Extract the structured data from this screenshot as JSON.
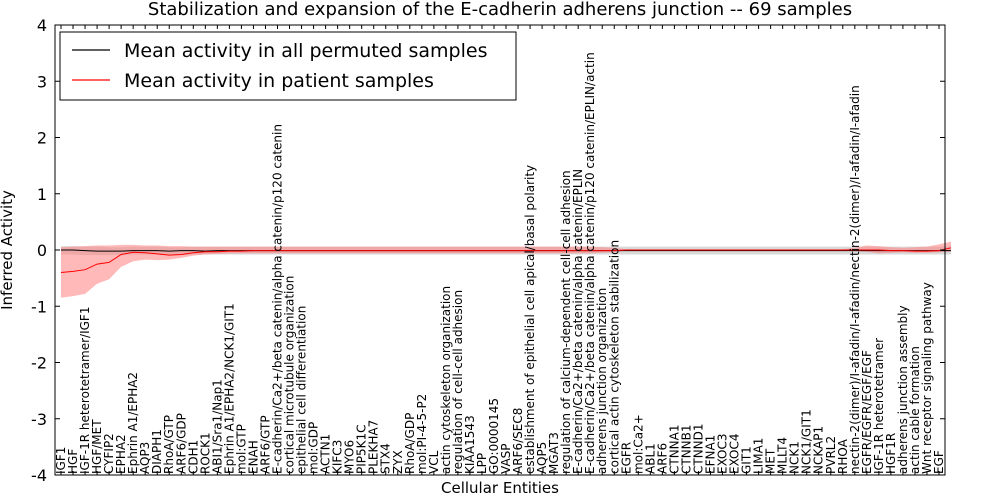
{
  "chart_data": {
    "type": "line",
    "title": "Stabilization and expansion of the E-cadherin adherens junction -- 69 samples",
    "xlabel": "Cellular Entities",
    "ylabel": "Inferred Activity",
    "ylim": [
      -4,
      4
    ],
    "yticks": [
      "-4",
      "-3",
      "-2",
      "-1",
      "0",
      "1",
      "2",
      "3",
      "4"
    ],
    "legend_position": "top-left",
    "categories": [
      "IGF1",
      "HGF",
      "IGF-1R heterotetramer/IGF1",
      "HGF/MET",
      "CYFIP2",
      "EPHA2",
      "Ephrin A1/EPHA2",
      "AQP3",
      "DIAPH1",
      "RhoA/GTP",
      "ARF6/GDP",
      "CDH1",
      "ROCK1",
      "ABI1/Sra1/Nap1",
      "Ephrin A1/EPHA2/NCK1/GIT1",
      "mol:GTP",
      "ENAH",
      "ARF6/GTP",
      "E-cadherin/Ca2+/beta catenin/alpha catenin/p120 catenin",
      "cortical microtubule organization",
      "epithelial cell differentiation",
      "mol:GDP",
      "ACTN1",
      "KIFC3",
      "MYO6",
      "PIP5K1C",
      "PLEKHA7",
      "STX4",
      "ZYX",
      "RhoA/GDP",
      "mol:PI-4-5-P2",
      "VCL",
      "actin cytoskeleton organization",
      "regulation of cell-cell adhesion",
      "KIAA1543",
      "LPP",
      "GO:0000145",
      "VASP",
      "ARF6/SEC8",
      "establishment of epithelial cell apical/basal polarity",
      "AQP5",
      "MGAT3",
      "regulation of calcium-dependent cell-cell adhesion",
      "E-cadherin/Ca2+/beta catenin/alpha catenin/EPLIN",
      "E-cadherin/Ca2+/beta catenin/alpha catenin/p120 catenin/EPLIN/actin",
      "adherens junction organization",
      "cortical actin cytoskeleton stabilization",
      "EGFR",
      "mol:Ca2+",
      "ABL1",
      "ARF6",
      "CTNNA1",
      "CTNNB1",
      "CTNND1",
      "EFNA1",
      "EXOC3",
      "EXOC4",
      "GIT1",
      "LIMA1",
      "MET",
      "MLLT4",
      "NCK1",
      "NCK1/GIT1",
      "NCKAP1",
      "PVRL2",
      "RHOA",
      "nectin-2(dimer)/I-afadin/I-afadin/nectin-2(dimer)/I-afadin/I-afadin",
      "EGFR/EGFR/EGF/EGF",
      "IGF-1R heterotetramer",
      "HGF1R",
      "adherens junction assembly",
      "actin cable formation",
      "Wnt receptor signaling pathway",
      "EGF"
    ],
    "series": [
      {
        "name": "Mean activity in all permuted samples",
        "color": "#000000",
        "band_color": "#b4b4b4",
        "values": [
          0.0,
          0.0,
          -0.01,
          -0.02,
          -0.02,
          -0.02,
          -0.01,
          -0.01,
          -0.01,
          -0.02,
          -0.01,
          -0.01,
          -0.02,
          -0.01,
          -0.01,
          -0.01,
          -0.01,
          -0.01,
          -0.01,
          -0.01,
          -0.01,
          -0.01,
          -0.01,
          -0.01,
          -0.01,
          -0.01,
          -0.01,
          -0.01,
          -0.01,
          -0.01,
          -0.01,
          -0.01,
          -0.01,
          -0.01,
          -0.01,
          -0.01,
          -0.01,
          -0.01,
          -0.01,
          -0.01,
          -0.01,
          -0.01,
          -0.01,
          -0.01,
          -0.01,
          -0.01,
          -0.01,
          -0.01,
          -0.01,
          -0.01,
          -0.01,
          -0.01,
          -0.01,
          -0.01,
          -0.01,
          -0.01,
          -0.01,
          -0.01,
          -0.01,
          -0.01,
          -0.01,
          -0.01,
          -0.01,
          -0.01,
          -0.01,
          -0.01,
          -0.01,
          -0.01,
          -0.01,
          -0.01,
          -0.01,
          -0.01,
          -0.01,
          -0.01,
          -0.01
        ],
        "band_lower": [
          -0.08,
          -0.08,
          -0.09,
          -0.09,
          -0.09,
          -0.09,
          -0.08,
          -0.08,
          -0.08,
          -0.09,
          -0.09,
          -0.08,
          -0.08,
          -0.08,
          -0.08,
          -0.08,
          -0.08,
          -0.08,
          -0.08,
          -0.08,
          -0.08,
          -0.08,
          -0.08,
          -0.08,
          -0.08,
          -0.08,
          -0.08,
          -0.08,
          -0.08,
          -0.08,
          -0.08,
          -0.08,
          -0.08,
          -0.08,
          -0.08,
          -0.08,
          -0.08,
          -0.08,
          -0.08,
          -0.08,
          -0.08,
          -0.08,
          -0.08,
          -0.08,
          -0.08,
          -0.08,
          -0.08,
          -0.08,
          -0.08,
          -0.08,
          -0.08,
          -0.08,
          -0.08,
          -0.08,
          -0.08,
          -0.08,
          -0.08,
          -0.08,
          -0.08,
          -0.08,
          -0.08,
          -0.08,
          -0.08,
          -0.08,
          -0.08,
          -0.08,
          -0.08,
          -0.08,
          -0.08,
          -0.08,
          -0.08,
          -0.08,
          -0.08,
          -0.08,
          -0.08
        ],
        "band_upper": [
          0.07,
          0.07,
          0.06,
          0.06,
          0.05,
          0.05,
          0.06,
          0.06,
          0.06,
          0.05,
          0.05,
          0.06,
          0.06,
          0.06,
          0.06,
          0.06,
          0.06,
          0.06,
          0.06,
          0.06,
          0.06,
          0.06,
          0.06,
          0.06,
          0.06,
          0.06,
          0.06,
          0.06,
          0.06,
          0.06,
          0.06,
          0.06,
          0.06,
          0.06,
          0.06,
          0.06,
          0.06,
          0.06,
          0.06,
          0.06,
          0.06,
          0.06,
          0.06,
          0.06,
          0.06,
          0.06,
          0.06,
          0.06,
          0.06,
          0.06,
          0.06,
          0.06,
          0.06,
          0.06,
          0.06,
          0.06,
          0.06,
          0.06,
          0.06,
          0.06,
          0.06,
          0.06,
          0.06,
          0.06,
          0.06,
          0.06,
          0.06,
          0.06,
          0.06,
          0.06,
          0.06,
          0.06,
          0.06,
          0.06,
          0.06
        ]
      },
      {
        "name": "Mean activity in patient samples",
        "color": "#ff0000",
        "band_color": "#ff8080",
        "values": [
          -0.4,
          -0.38,
          -0.35,
          -0.25,
          -0.22,
          -0.08,
          -0.04,
          -0.05,
          -0.07,
          -0.09,
          -0.08,
          -0.05,
          -0.03,
          -0.03,
          -0.02,
          -0.02,
          -0.01,
          -0.01,
          -0.01,
          -0.01,
          -0.01,
          -0.01,
          -0.01,
          -0.01,
          -0.01,
          -0.01,
          -0.01,
          -0.01,
          -0.01,
          -0.01,
          -0.01,
          -0.01,
          -0.01,
          -0.01,
          -0.01,
          -0.01,
          -0.01,
          -0.01,
          -0.01,
          -0.01,
          -0.01,
          -0.01,
          -0.01,
          -0.01,
          -0.01,
          -0.01,
          -0.01,
          0.0,
          0.0,
          0.0,
          0.0,
          0.0,
          0.0,
          0.0,
          0.0,
          0.0,
          0.0,
          0.0,
          0.0,
          0.0,
          0.0,
          0.0,
          0.0,
          0.0,
          0.0,
          0.0,
          0.0,
          0.0,
          0.0,
          -0.01,
          -0.01,
          -0.02,
          -0.02,
          -0.01,
          0.04
        ],
        "band_lower": [
          -0.85,
          -0.82,
          -0.78,
          -0.6,
          -0.52,
          -0.3,
          -0.2,
          -0.17,
          -0.18,
          -0.17,
          -0.14,
          -0.1,
          -0.08,
          -0.07,
          -0.06,
          -0.06,
          -0.06,
          -0.06,
          -0.06,
          -0.06,
          -0.06,
          -0.06,
          -0.06,
          -0.06,
          -0.06,
          -0.06,
          -0.06,
          -0.06,
          -0.06,
          -0.06,
          -0.06,
          -0.06,
          -0.06,
          -0.06,
          -0.06,
          -0.06,
          -0.06,
          -0.06,
          -0.06,
          -0.06,
          -0.06,
          -0.06,
          -0.06,
          -0.06,
          -0.06,
          -0.05,
          -0.04,
          -0.01,
          -0.01,
          -0.01,
          -0.01,
          -0.01,
          -0.01,
          -0.01,
          -0.01,
          -0.01,
          -0.01,
          -0.01,
          -0.01,
          -0.01,
          -0.01,
          -0.01,
          -0.01,
          -0.01,
          -0.01,
          -0.01,
          -0.02,
          -0.03,
          -0.06,
          -0.05,
          -0.04,
          -0.05,
          -0.05,
          -0.04,
          -0.03
        ],
        "band_upper": [
          0.05,
          0.06,
          0.07,
          0.08,
          0.08,
          0.09,
          0.09,
          0.08,
          0.08,
          0.07,
          0.07,
          0.06,
          0.06,
          0.06,
          0.06,
          0.06,
          0.06,
          0.06,
          0.06,
          0.06,
          0.06,
          0.06,
          0.06,
          0.06,
          0.06,
          0.06,
          0.06,
          0.06,
          0.06,
          0.06,
          0.06,
          0.06,
          0.06,
          0.06,
          0.06,
          0.06,
          0.06,
          0.06,
          0.06,
          0.06,
          0.06,
          0.06,
          0.06,
          0.06,
          0.06,
          0.05,
          0.04,
          0.01,
          0.01,
          0.01,
          0.01,
          0.01,
          0.01,
          0.01,
          0.01,
          0.01,
          0.01,
          0.01,
          0.01,
          0.01,
          0.01,
          0.01,
          0.01,
          0.01,
          0.01,
          0.01,
          0.04,
          0.08,
          0.07,
          0.05,
          0.04,
          0.05,
          0.06,
          0.1,
          0.15
        ]
      }
    ]
  }
}
